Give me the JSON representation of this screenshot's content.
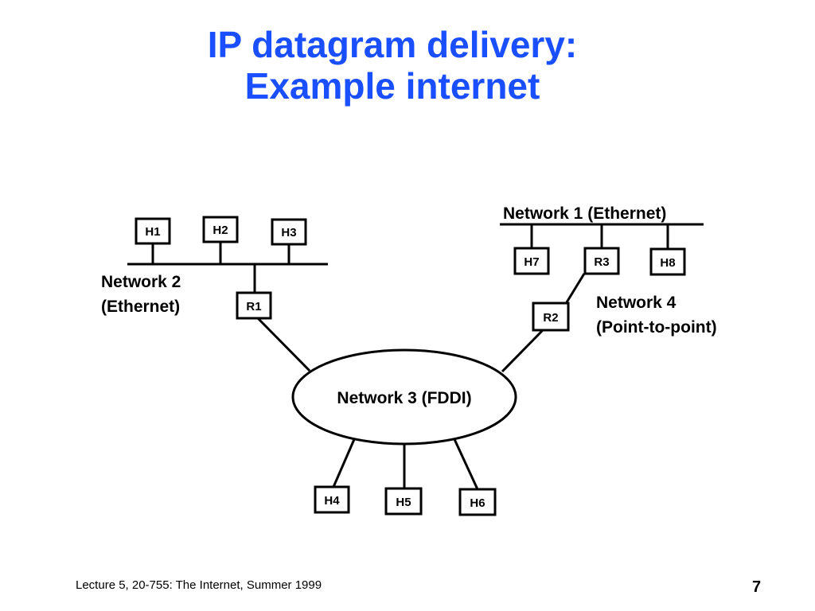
{
  "slide": {
    "title_line1": "IP datagram delivery:",
    "title_line2": "Example internet",
    "footer": "Lecture 5, 20-755: The Internet, Summer 1999",
    "page_number": "7"
  },
  "networks": {
    "net1_line1": "Network 1 (Ethernet)",
    "net2_line1": "Network 2",
    "net2_line2": "(Ethernet)",
    "net3_line1": "Network 3 (FDDI)",
    "net4_line1": "Network 4",
    "net4_line2": "(Point-to-point)"
  },
  "nodes": {
    "h1": "H1",
    "h2": "H2",
    "h3": "H3",
    "h4": "H4",
    "h5": "H5",
    "h6": "H6",
    "h7": "H7",
    "h8": "H8",
    "r1": "R1",
    "r2": "R2",
    "r3": "R3"
  },
  "colors": {
    "title": "#1a4fff",
    "ink": "#000000"
  }
}
